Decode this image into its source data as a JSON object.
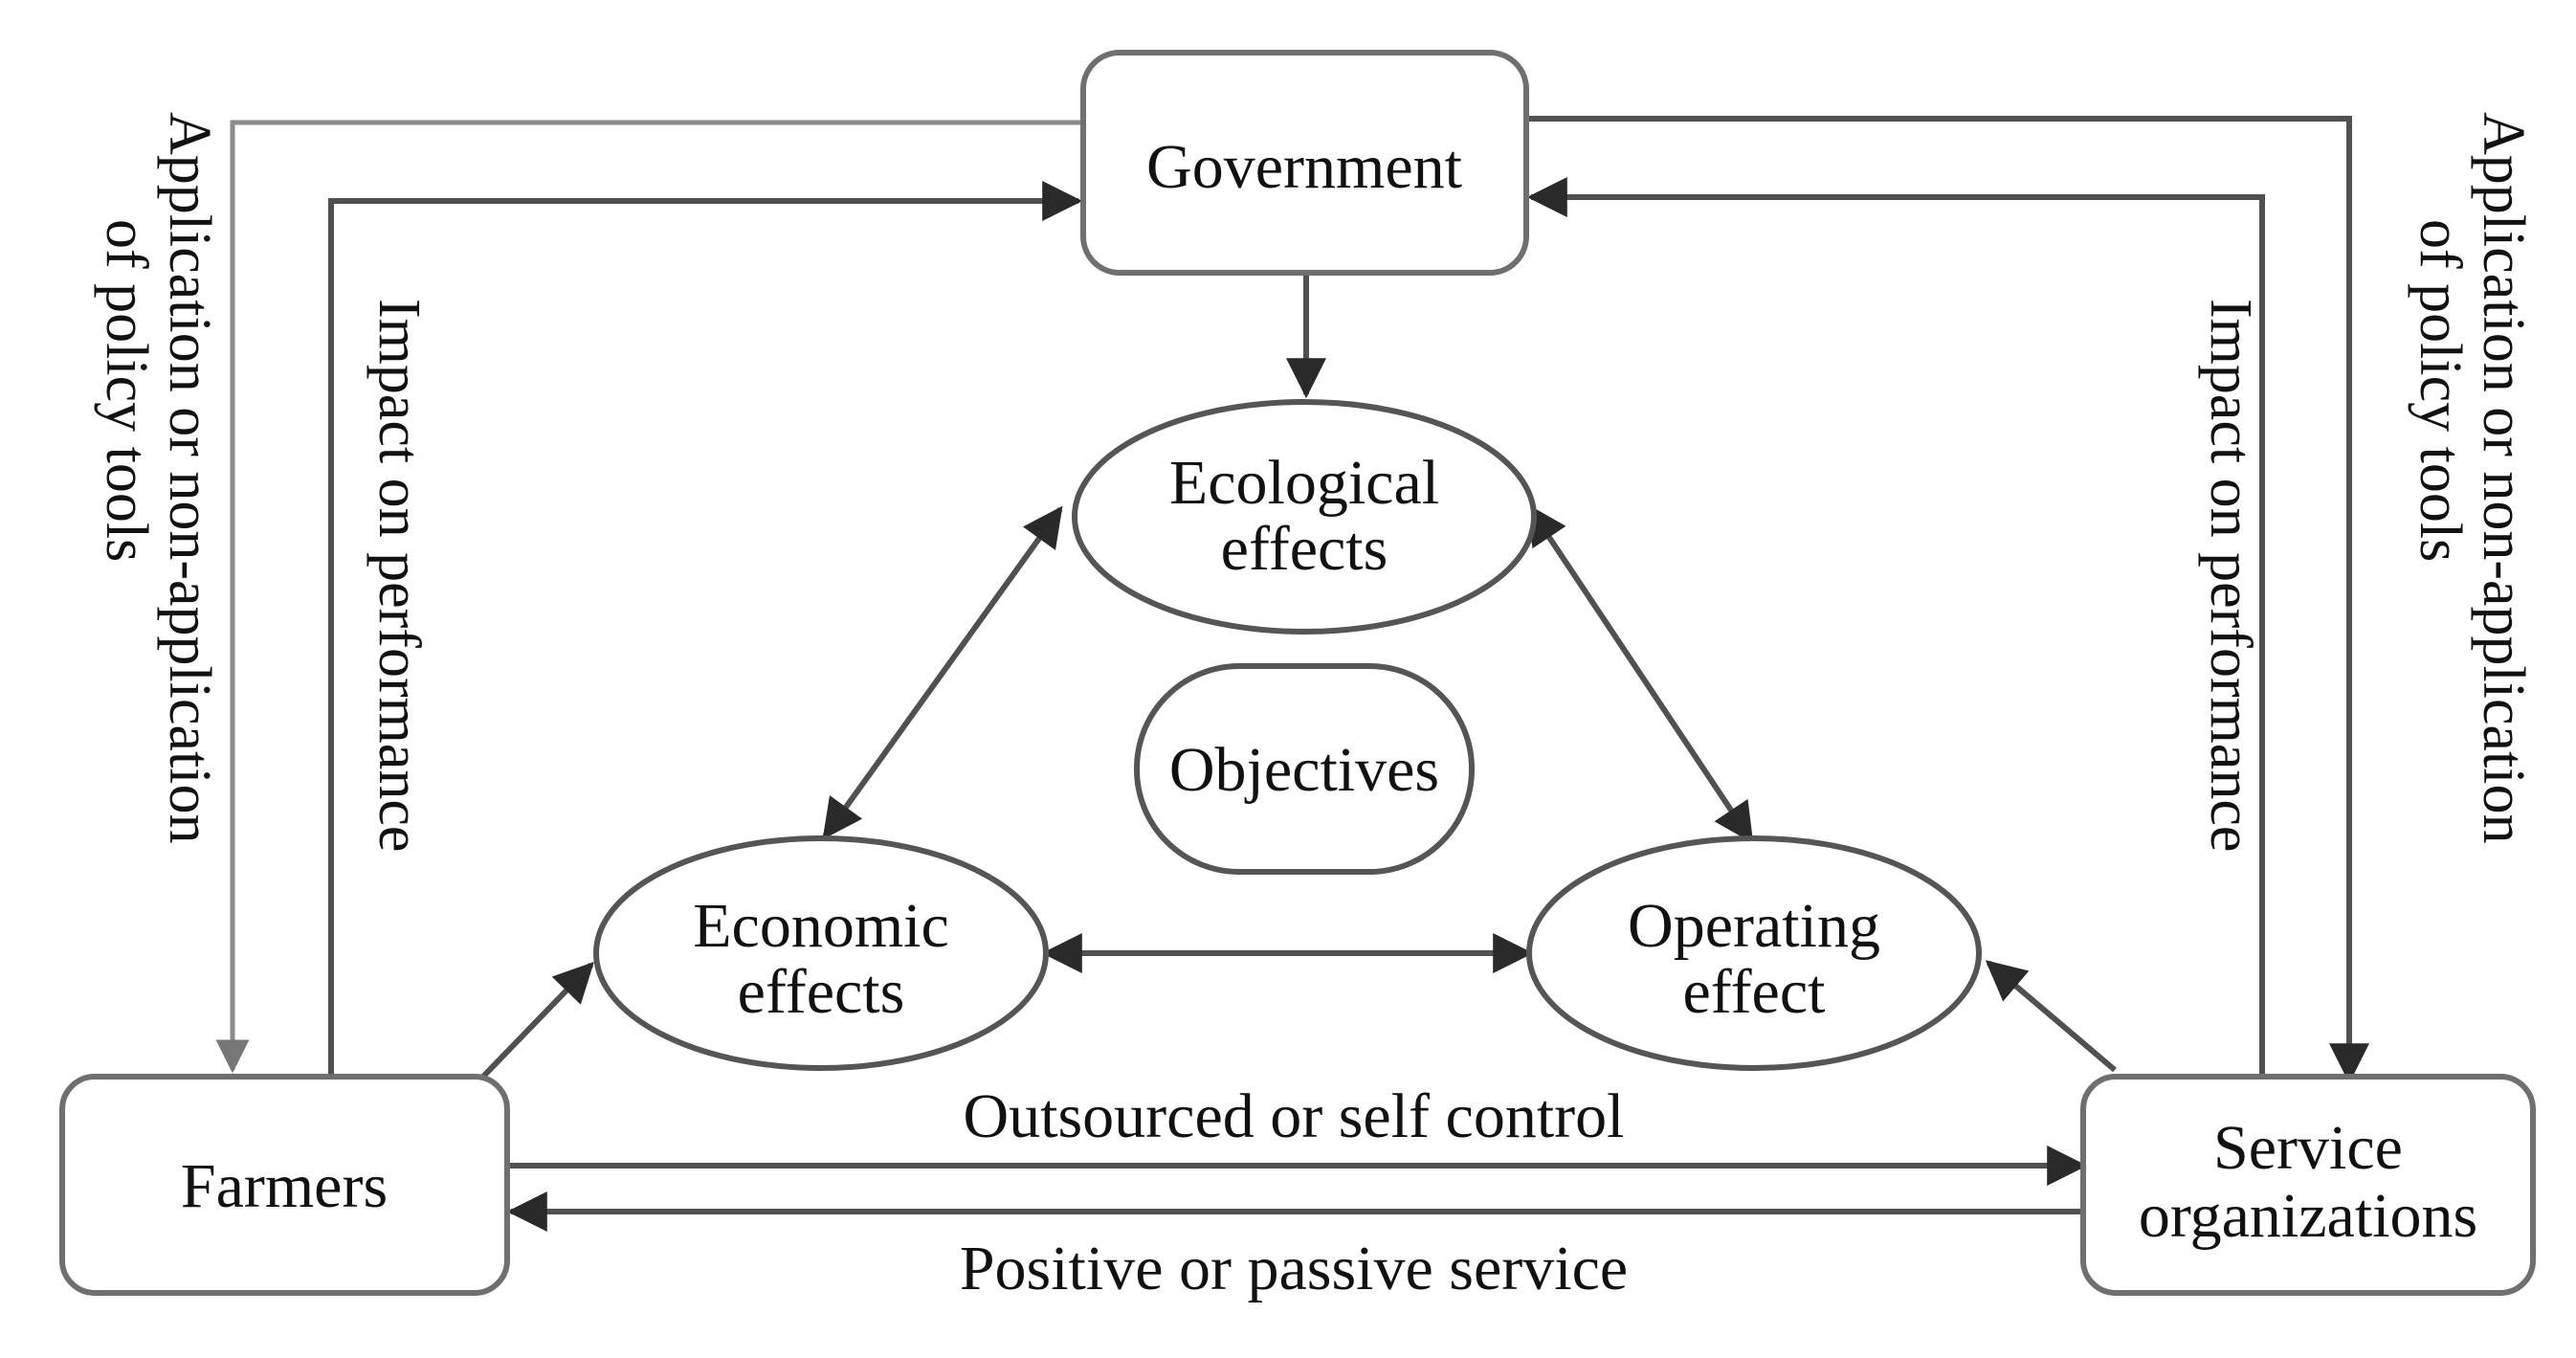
{
  "nodes": {
    "government": "Government",
    "farmers": "Farmers",
    "service": [
      "Service",
      "organizations"
    ],
    "ecological": [
      "Ecological",
      "effects"
    ],
    "economic": [
      "Economic",
      "effects"
    ],
    "operating": [
      "Operating",
      "effect"
    ],
    "objectives": "Objectives"
  },
  "edges": {
    "outsourced": "Outsourced or self control",
    "positive": "Positive or passive service",
    "policy_left": [
      "Application or non-application",
      "of policy tools"
    ],
    "policy_right": [
      "Application or non-application",
      "of policy tools"
    ],
    "impact_left": "Impact on performance",
    "impact_right": "Impact on performance"
  },
  "colors": {
    "stroke": "#505050",
    "stroke_light": "#8a8a8a",
    "text": "#111111"
  }
}
